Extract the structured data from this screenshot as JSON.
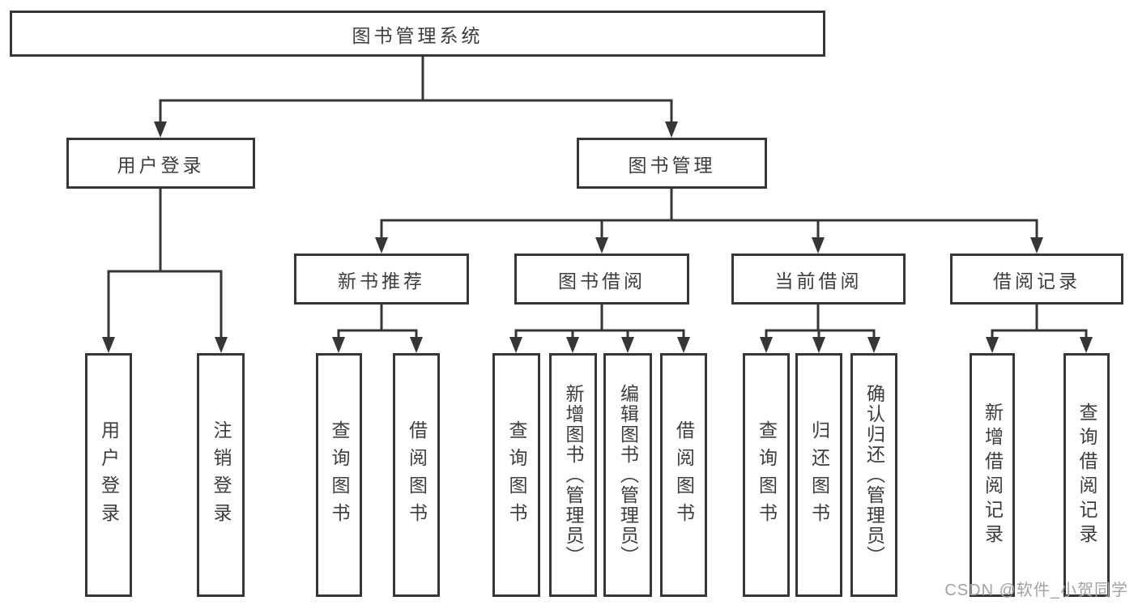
{
  "diagram": {
    "root": {
      "label": "图书管理系统"
    },
    "level2": [
      {
        "label": "用户登录"
      },
      {
        "label": "图书管理"
      }
    ],
    "level3": [
      {
        "label": "新书推荐"
      },
      {
        "label": "图书借阅"
      },
      {
        "label": "当前借阅"
      },
      {
        "label": "借阅记录"
      }
    ],
    "leaves": {
      "user_login": [
        {
          "label": "用户登录"
        },
        {
          "label": "注销登录"
        }
      ],
      "new_book_recommend": [
        {
          "label": "查询图书"
        },
        {
          "label": "借阅图书"
        }
      ],
      "book_borrow": [
        {
          "label": "查询图书"
        },
        {
          "label": "新增图书（管理员）"
        },
        {
          "label": "编辑图书（管理员）"
        },
        {
          "label": "借阅图书"
        }
      ],
      "current_borrow": [
        {
          "label": "查询图书"
        },
        {
          "label": "归还图书"
        },
        {
          "label": "确认归还（管理员）"
        }
      ],
      "borrow_records": [
        {
          "label": "新增借阅记录"
        },
        {
          "label": "查询借阅记录"
        }
      ]
    }
  },
  "watermark": {
    "text": "CSDN @软件_小贺同学"
  },
  "colors": {
    "line": "#363636",
    "text": "#3d3d3d",
    "watermark": "#a3a3a3",
    "background": "#ffffff"
  }
}
